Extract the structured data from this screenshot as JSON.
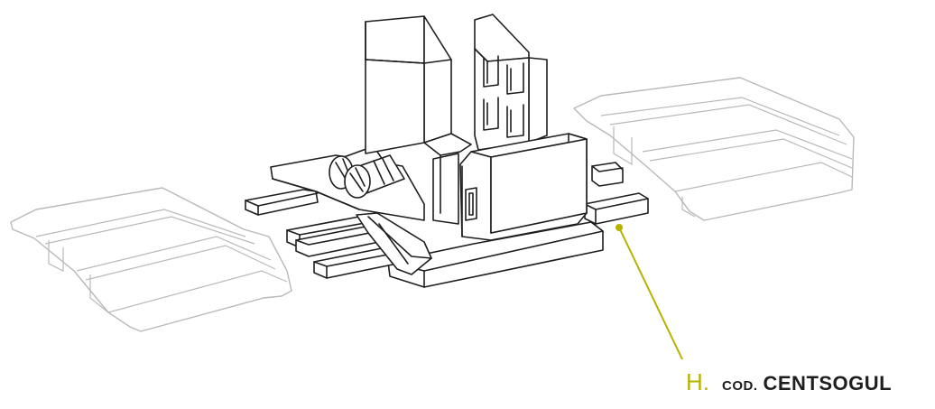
{
  "callout": {
    "letter": "H.",
    "prefix": "COD.",
    "code": "CENTSOGUL",
    "accent_color": "#b7b300"
  }
}
